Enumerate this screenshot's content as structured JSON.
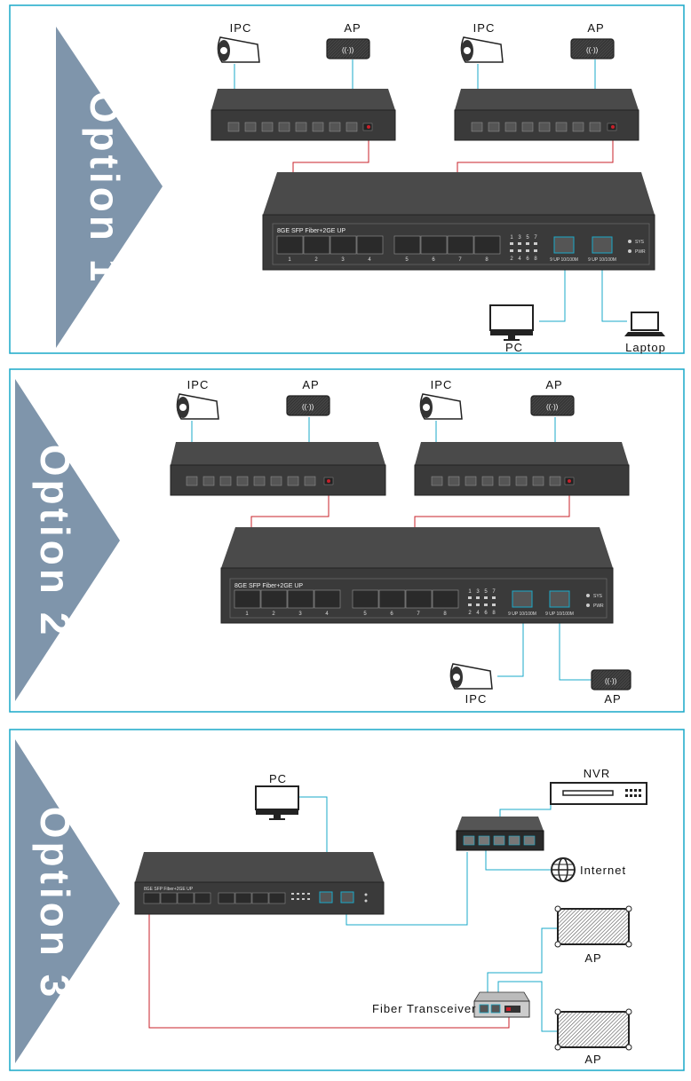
{
  "options": [
    {
      "title": "Option 1"
    },
    {
      "title": "Option 2"
    },
    {
      "title": "Option 3"
    }
  ],
  "labels": {
    "ipc": "IPC",
    "ap": "AP",
    "pc": "PC",
    "laptop": "Laptop",
    "nvr": "NVR",
    "internet": "Internet",
    "fiber_transceiver": "Fiber Transceiver"
  },
  "switch": {
    "sfp_title": "8GE SFP Fiber+2GE UP",
    "sfp_ports": [
      "1",
      "2",
      "3",
      "4",
      "5",
      "6",
      "7",
      "8"
    ],
    "led_top": [
      "1",
      "3",
      "5",
      "7"
    ],
    "led_bottom": [
      "2",
      "4",
      "6",
      "8"
    ],
    "uplink_label": "9 UP 10/100M",
    "uplink2_label": "9 UP 10/100M",
    "sys": "SYS",
    "pwr": "PWR"
  },
  "colors": {
    "frame": "#19a9c9",
    "arrow": "#7f95ab",
    "fiber": "#c8202a",
    "copper": "#19a9c9",
    "device": "#3a3a3a"
  }
}
